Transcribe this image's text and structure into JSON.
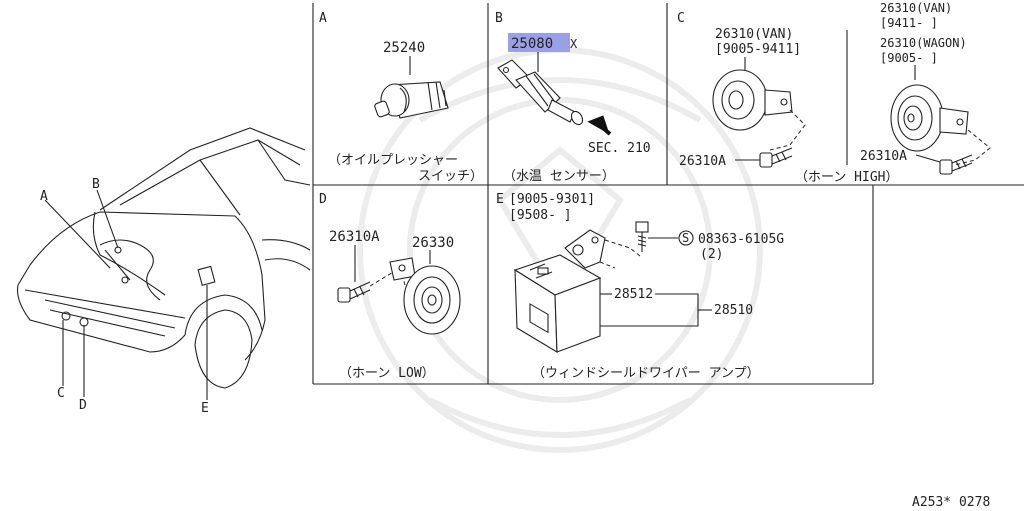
{
  "panels": {
    "a": {
      "letter": "A",
      "part_no": "25240",
      "caption_1": "（オイルプレッシャー",
      "caption_2": "スイッチ）"
    },
    "b": {
      "letter": "B",
      "part_no": "25080",
      "part_suffix": "X",
      "ref": "SEC. 210",
      "caption": "（水温 センサー）"
    },
    "c": {
      "letter": "C",
      "van_no": "26310(VAN)",
      "van_range": "[9005-9411]",
      "left_bolt": "26310A",
      "van_no_2": "26310(VAN)",
      "van_range_2": "[9411-     ]",
      "wagon_no": "26310(WAGON)",
      "wagon_range": "[9005-     ]",
      "right_bolt": "26310A",
      "caption": "（ホーン  HIGH）"
    },
    "d": {
      "letter": "D",
      "bolt_no": "26310A",
      "horn_no": "26330",
      "caption": "（ホーン  LOW）"
    },
    "e": {
      "letter": "E",
      "range_1": "[9005-9301]",
      "range_2": "[9508-     ]",
      "screw_symbol": "S",
      "screw_no": "08363-6105G",
      "screw_qty": "(2)",
      "bracket_no": "28512",
      "assembly_no": "28510",
      "caption": "（ウィンドシールドワイパー  アンプ）"
    }
  },
  "car_callouts": [
    "A",
    "B",
    "C",
    "D",
    "E"
  ],
  "footer_code": "A253* 0278",
  "highlight_color": "#9aa0e6"
}
